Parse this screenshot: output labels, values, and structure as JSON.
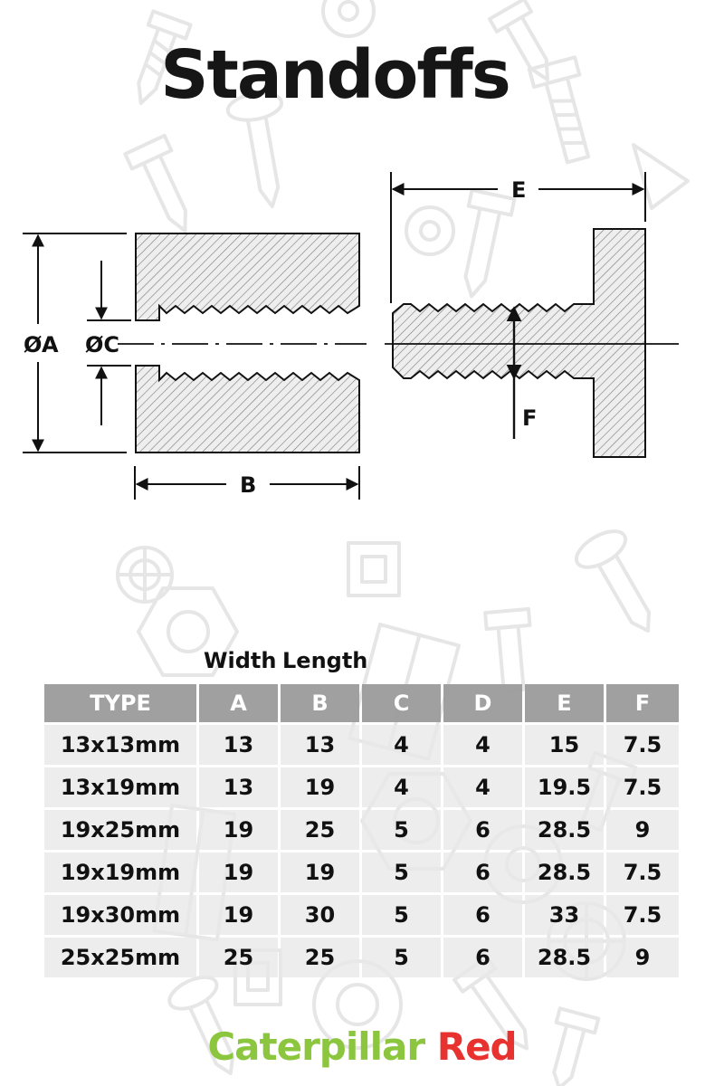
{
  "title": "Standoffs",
  "diagram": {
    "labels": {
      "a": "ØA",
      "b": "B",
      "c": "ØC",
      "e": "E",
      "f": "F"
    }
  },
  "table": {
    "group_headers": [
      "Width",
      "Length"
    ],
    "columns": [
      "TYPE",
      "A",
      "B",
      "C",
      "D",
      "E",
      "F"
    ],
    "rows": [
      [
        "13x13mm",
        "13",
        "13",
        "4",
        "4",
        "15",
        "7.5"
      ],
      [
        "13x19mm",
        "13",
        "19",
        "4",
        "4",
        "19.5",
        "7.5"
      ],
      [
        "19x25mm",
        "19",
        "25",
        "5",
        "6",
        "28.5",
        "9"
      ],
      [
        "19x19mm",
        "19",
        "19",
        "5",
        "6",
        "28.5",
        "7.5"
      ],
      [
        "19x30mm",
        "19",
        "30",
        "5",
        "6",
        "33",
        "7.5"
      ],
      [
        "25x25mm",
        "25",
        "25",
        "5",
        "6",
        "28.5",
        "9"
      ]
    ]
  },
  "brand": {
    "part1": "Caterpillar",
    "part2": "Red",
    "color1": "#8cc63f",
    "color2": "#e8322f"
  },
  "colors": {
    "header_bg": "#999999",
    "cell_bg": "#e9e9e9",
    "outline": "#111111",
    "background_icons": "#e6e6e6"
  }
}
